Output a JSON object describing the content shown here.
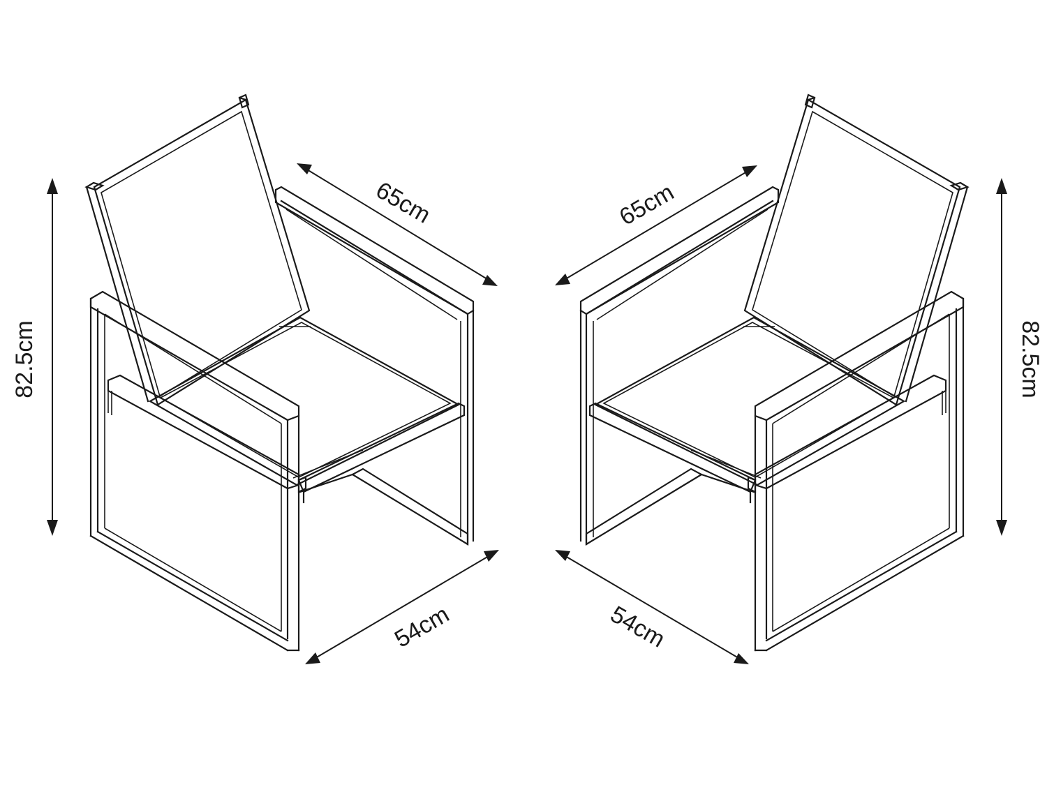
{
  "dimensions": {
    "left_chair": {
      "height": "82.5cm",
      "depth": "65cm",
      "width": "54cm"
    },
    "right_chair": {
      "height": "82.5cm",
      "depth": "65cm",
      "width": "54cm"
    }
  },
  "colors": {
    "line": "#1a1a1a",
    "background": "#ffffff"
  }
}
